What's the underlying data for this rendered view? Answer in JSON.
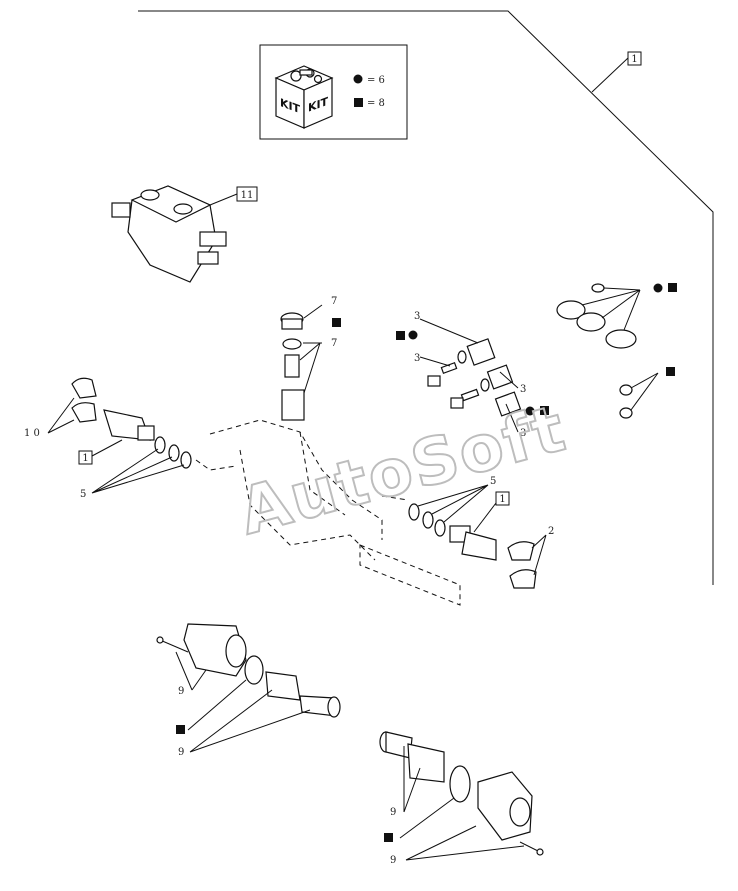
{
  "kit_legend": {
    "kit_word_1": "KIT",
    "kit_word_2": "KIT",
    "circle_text": "= 6",
    "square_text": "= 8"
  },
  "watermark": "AutoSoft",
  "box_labels": {
    "assembly_ref": "1",
    "valve_body_ref": "11",
    "left_ref": "1",
    "right_ref": "1"
  },
  "callouts": {
    "c7a": "7",
    "c7b": "7",
    "c3a": "3",
    "c3b": "3",
    "c3c": "3",
    "c3d": "3",
    "c10": "1 0",
    "c5a": "5",
    "c5b": "5",
    "c2": "2",
    "c9a": "9",
    "c9b": "9",
    "c9c": "9",
    "c9d": "9"
  },
  "colors": {
    "line": "#111111",
    "watermark": "#bdbdbd",
    "background": "#ffffff"
  }
}
